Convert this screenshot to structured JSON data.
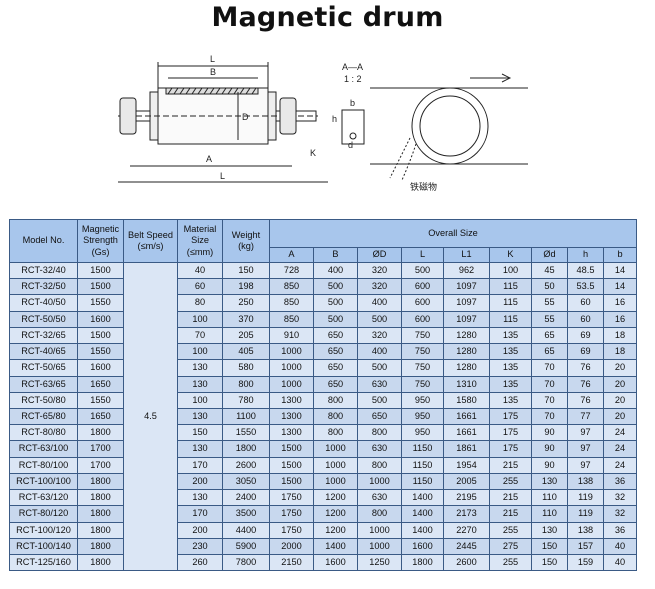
{
  "title": "Magnetic drum",
  "drawing": {
    "labels": {
      "L": "L",
      "B": "B",
      "D": "D",
      "A": "A",
      "K": "K",
      "h": "h",
      "b": "b",
      "d": "d",
      "section": "A—A",
      "scale": "1 : 2",
      "caption": "铁磁物"
    }
  },
  "table": {
    "headers": {
      "model": "Model No.",
      "strength": "Magnetic Strength (Gs)",
      "speed": "Belt Speed (≤m/s)",
      "size": "Material Size (≤mm)",
      "weight": "Weight (kg)",
      "overall": "Overall Size",
      "sub": [
        "A",
        "B",
        "ØD",
        "L",
        "L1",
        "K",
        "Ød",
        "h",
        "b"
      ]
    },
    "belt_speed": "4.5",
    "rows": [
      [
        "RCT-32/40",
        "1500",
        "40",
        "150",
        "728",
        "400",
        "320",
        "500",
        "962",
        "100",
        "45",
        "48.5",
        "14"
      ],
      [
        "RCT-32/50",
        "1500",
        "60",
        "198",
        "850",
        "500",
        "320",
        "600",
        "1097",
        "115",
        "50",
        "53.5",
        "14"
      ],
      [
        "RCT-40/50",
        "1550",
        "80",
        "250",
        "850",
        "500",
        "400",
        "600",
        "1097",
        "115",
        "55",
        "60",
        "16"
      ],
      [
        "RCT-50/50",
        "1600",
        "100",
        "370",
        "850",
        "500",
        "500",
        "600",
        "1097",
        "115",
        "55",
        "60",
        "16"
      ],
      [
        "RCT-32/65",
        "1500",
        "70",
        "205",
        "910",
        "650",
        "320",
        "750",
        "1280",
        "135",
        "65",
        "69",
        "18"
      ],
      [
        "RCT-40/65",
        "1550",
        "100",
        "405",
        "1000",
        "650",
        "400",
        "750",
        "1280",
        "135",
        "65",
        "69",
        "18"
      ],
      [
        "RCT-50/65",
        "1600",
        "130",
        "580",
        "1000",
        "650",
        "500",
        "750",
        "1280",
        "135",
        "70",
        "76",
        "20"
      ],
      [
        "RCT-63/65",
        "1650",
        "130",
        "800",
        "1000",
        "650",
        "630",
        "750",
        "1310",
        "135",
        "70",
        "76",
        "20"
      ],
      [
        "RCT-50/80",
        "1550",
        "100",
        "780",
        "1300",
        "800",
        "500",
        "950",
        "1580",
        "135",
        "70",
        "76",
        "20"
      ],
      [
        "RCT-65/80",
        "1650",
        "130",
        "1100",
        "1300",
        "800",
        "650",
        "950",
        "1661",
        "175",
        "70",
        "77",
        "20"
      ],
      [
        "RCT-80/80",
        "1800",
        "150",
        "1550",
        "1300",
        "800",
        "800",
        "950",
        "1661",
        "175",
        "90",
        "97",
        "24"
      ],
      [
        "RCT-63/100",
        "1700",
        "130",
        "1800",
        "1500",
        "1000",
        "630",
        "1150",
        "1861",
        "175",
        "90",
        "97",
        "24"
      ],
      [
        "RCT-80/100",
        "1700",
        "170",
        "2600",
        "1500",
        "1000",
        "800",
        "1150",
        "1954",
        "215",
        "90",
        "97",
        "24"
      ],
      [
        "RCT-100/100",
        "1800",
        "200",
        "3050",
        "1500",
        "1000",
        "1000",
        "1150",
        "2005",
        "255",
        "130",
        "138",
        "36"
      ],
      [
        "RCT-63/120",
        "1800",
        "130",
        "2400",
        "1750",
        "1200",
        "630",
        "1400",
        "2195",
        "215",
        "110",
        "119",
        "32"
      ],
      [
        "RCT-80/120",
        "1800",
        "170",
        "3500",
        "1750",
        "1200",
        "800",
        "1400",
        "2173",
        "215",
        "110",
        "119",
        "32"
      ],
      [
        "RCT-100/120",
        "1800",
        "200",
        "4400",
        "1750",
        "1200",
        "1000",
        "1400",
        "2270",
        "255",
        "130",
        "138",
        "36"
      ],
      [
        "RCT-100/140",
        "1800",
        "230",
        "5900",
        "2000",
        "1400",
        "1000",
        "1600",
        "2445",
        "275",
        "150",
        "157",
        "40"
      ],
      [
        "RCT-125/160",
        "1800",
        "260",
        "7800",
        "2150",
        "1600",
        "1250",
        "1800",
        "2600",
        "255",
        "150",
        "159",
        "40"
      ]
    ]
  }
}
